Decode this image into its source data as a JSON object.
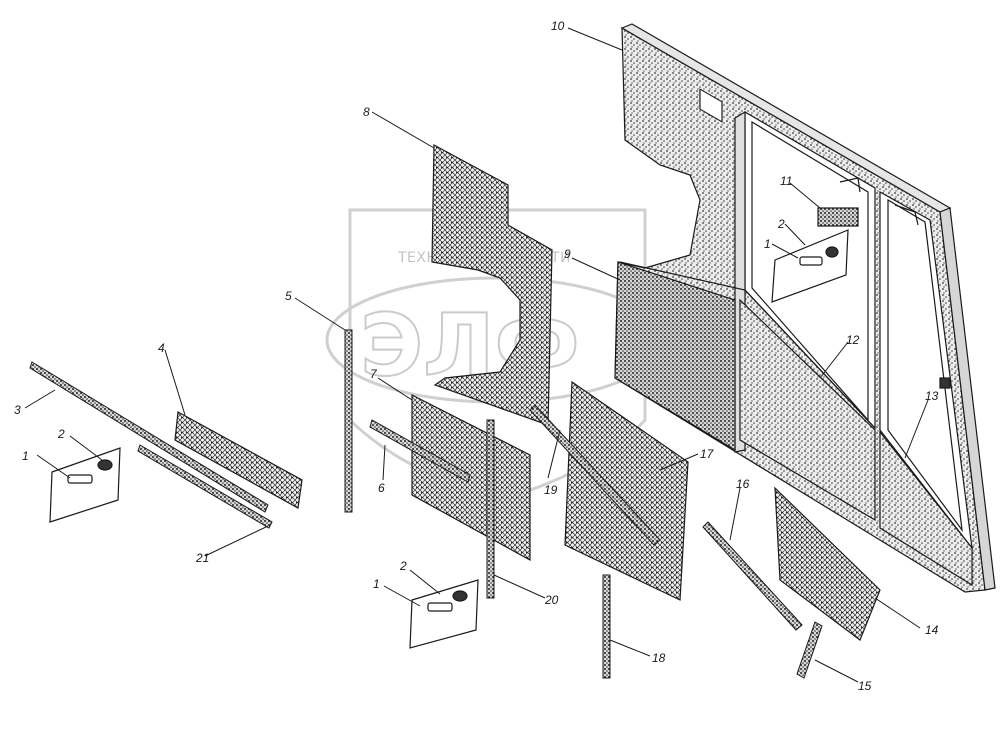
{
  "watermark": {
    "top_text": "ТЕХНИКА И ЗАПЧАСТИ",
    "logo_text": "ЭЛФ"
  },
  "callouts": [
    {
      "id": "c1a",
      "label": "1"
    },
    {
      "id": "c2a",
      "label": "2"
    },
    {
      "id": "c3",
      "label": "3"
    },
    {
      "id": "c4",
      "label": "4"
    },
    {
      "id": "c5",
      "label": "5"
    },
    {
      "id": "c6",
      "label": "6"
    },
    {
      "id": "c7",
      "label": "7"
    },
    {
      "id": "c8",
      "label": "8"
    },
    {
      "id": "c9",
      "label": "9"
    },
    {
      "id": "c10",
      "label": "10"
    },
    {
      "id": "c11",
      "label": "11"
    },
    {
      "id": "c2b",
      "label": "2"
    },
    {
      "id": "c1b",
      "label": "1"
    },
    {
      "id": "c12",
      "label": "12"
    },
    {
      "id": "c13",
      "label": "13"
    },
    {
      "id": "c14",
      "label": "14"
    },
    {
      "id": "c15",
      "label": "15"
    },
    {
      "id": "c16",
      "label": "16"
    },
    {
      "id": "c17",
      "label": "17"
    },
    {
      "id": "c18",
      "label": "18"
    },
    {
      "id": "c19",
      "label": "19"
    },
    {
      "id": "c20",
      "label": "20"
    },
    {
      "id": "c21",
      "label": "21"
    },
    {
      "id": "c2c",
      "label": "2"
    },
    {
      "id": "c1c",
      "label": "1"
    }
  ],
  "colors": {
    "ink": "#1a1a1a",
    "stipple": "#5a5a5a",
    "watermark": "#c2c2c2"
  }
}
